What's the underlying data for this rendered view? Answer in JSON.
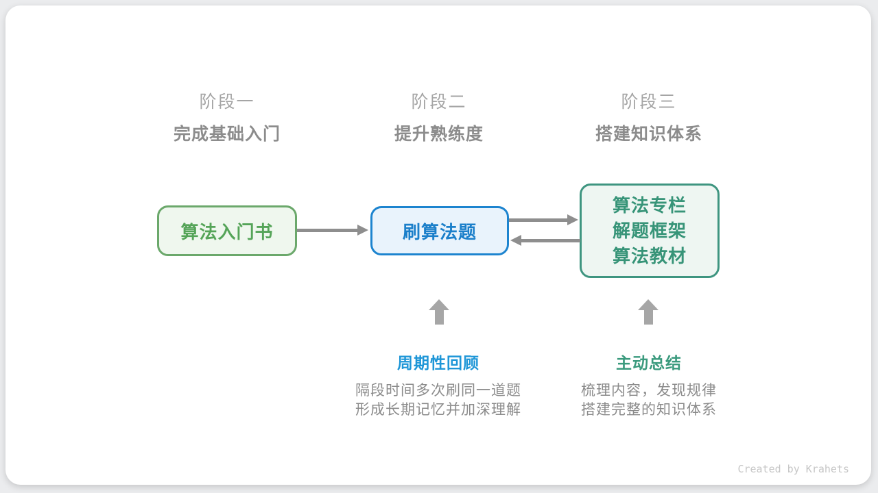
{
  "stages": [
    {
      "label": "阶段一",
      "subtitle": "完成基础入门"
    },
    {
      "label": "阶段二",
      "subtitle": "提升熟练度"
    },
    {
      "label": "阶段三",
      "subtitle": "搭建知识体系"
    }
  ],
  "nodes": [
    {
      "title": "算法入门书"
    },
    {
      "title": "刷算法题"
    },
    {
      "lines": [
        "算法专栏",
        "解题框架",
        "算法教材"
      ]
    }
  ],
  "annotations": [
    {
      "title": "周期性回顾",
      "lines": [
        "隔段时间多次刷同一道题",
        "形成长期记忆并加深理解"
      ]
    },
    {
      "title": "主动总结",
      "lines": [
        "梳理内容，发现规律",
        "搭建完整的知识体系"
      ]
    }
  ],
  "footer": {
    "credit": "Created by Krahets"
  },
  "colors": {
    "green_border": "#6ba86b",
    "green_bg": "#eff7ee",
    "green_text": "#55a458",
    "blue_border": "#1d84cf",
    "blue_bg": "#e9f3fc",
    "blue_text": "#1b7fca",
    "teal_border": "#3e9580",
    "teal_bg": "#eef6f2",
    "teal_text": "#379478",
    "arrow_gray": "#8e8e8e",
    "up_arrow_gray": "#a6a6a6",
    "stage_label_gray": "#a5a5a5",
    "stage_subtitle_gray": "#8c8c8c",
    "desc_gray": "#8b8b8b",
    "blue_accent": "#1e96d7",
    "teal_accent": "#3a9a7d",
    "credit_gray": "#c6c6c6"
  }
}
